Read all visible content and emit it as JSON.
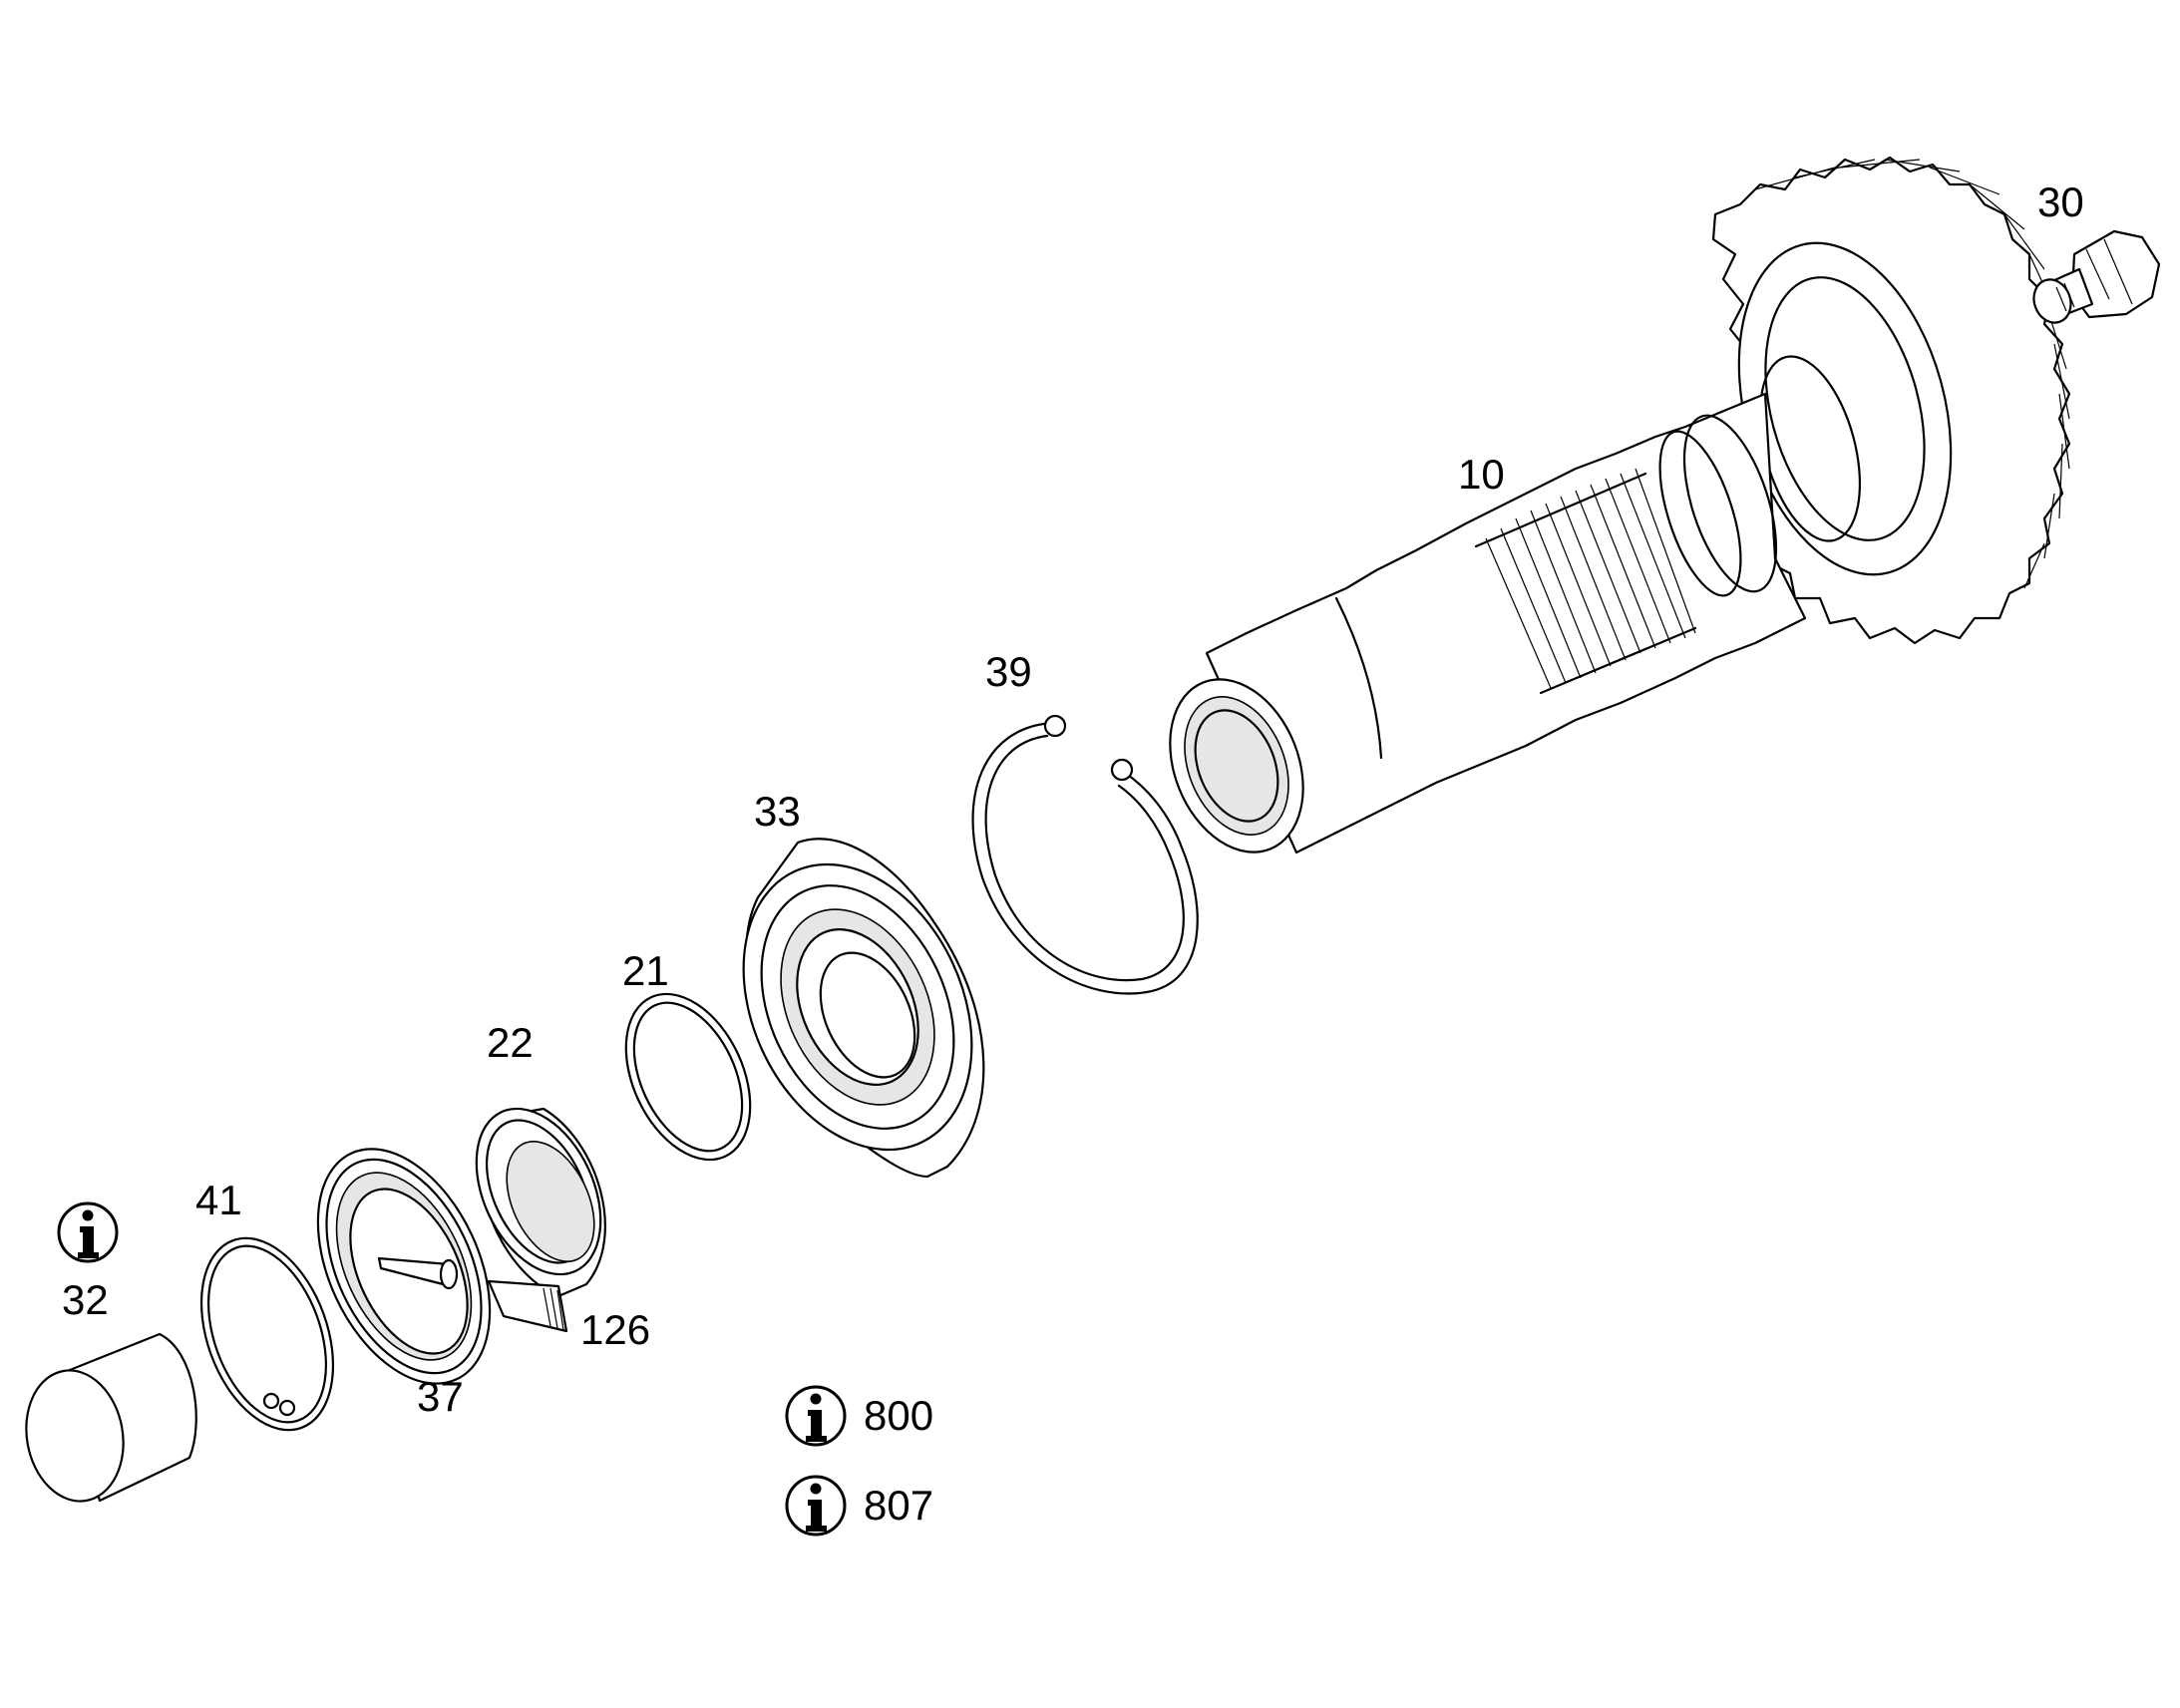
{
  "diagram": {
    "part_labels": {
      "p10": "10",
      "p21": "21",
      "p22": "22",
      "p30": "30",
      "p32": "32",
      "p33": "33",
      "p37": "37",
      "p39": "39",
      "p41": "41",
      "p126": "126"
    },
    "info_notes": {
      "note_800": "800",
      "note_807": "807"
    },
    "icons": [
      "info-icon"
    ]
  }
}
